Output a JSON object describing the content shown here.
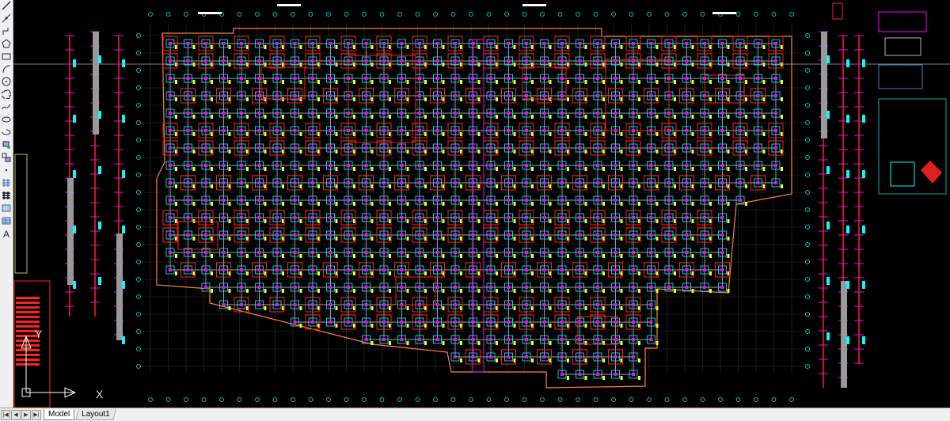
{
  "toolbar": {
    "tools": [
      {
        "name": "line-icon"
      },
      {
        "name": "construction-line-icon"
      },
      {
        "name": "polyline-icon"
      },
      {
        "name": "polygon-icon"
      },
      {
        "name": "rectangle-icon"
      },
      {
        "name": "arc-icon"
      },
      {
        "name": "circle-icon"
      },
      {
        "name": "revision-cloud-icon"
      },
      {
        "name": "spline-icon"
      },
      {
        "name": "ellipse-icon"
      },
      {
        "name": "ellipse-arc-icon"
      },
      {
        "name": "insert-block-icon"
      },
      {
        "name": "make-block-icon"
      },
      {
        "name": "point-icon"
      },
      {
        "name": "hatch-icon"
      },
      {
        "name": "gradient-icon"
      },
      {
        "name": "region-icon"
      },
      {
        "name": "table-icon"
      },
      {
        "name": "multiline-text-icon",
        "glyph": "A"
      }
    ]
  },
  "ucs": {
    "x_label": "X",
    "y_label": "Y"
  },
  "tabs": {
    "model": "Model",
    "layout1": "Layout1"
  },
  "nav_buttons": [
    "|◀",
    "◀",
    "▶",
    "▶|"
  ],
  "colors": {
    "background": "#000000",
    "grid": "#2f2f2f",
    "column": "#00ffff",
    "beam": "#ff2020",
    "magenta": "#ff00ff",
    "yellow": "#ffff00",
    "green": "#00ff00",
    "white": "#ffffff"
  }
}
